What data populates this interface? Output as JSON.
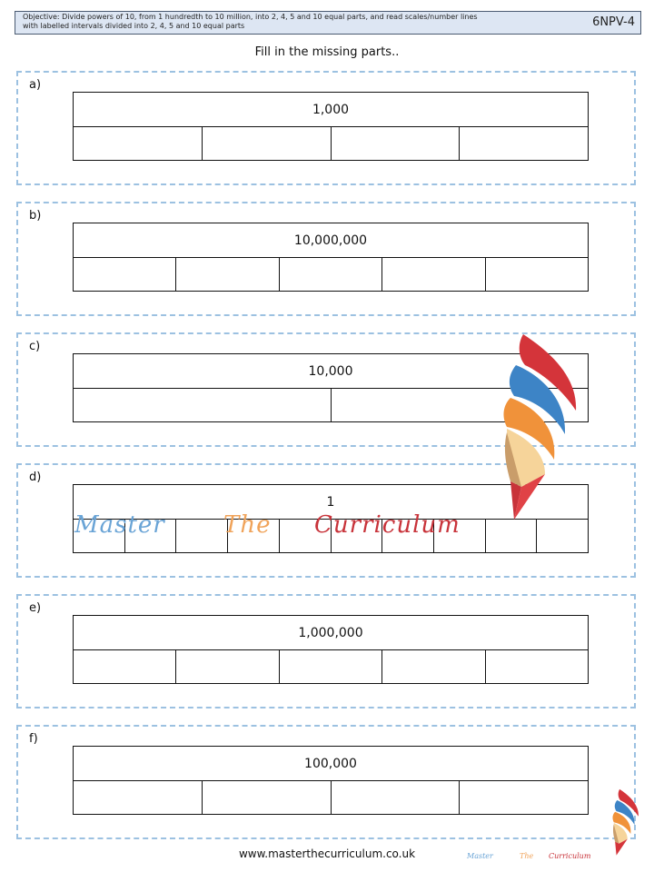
{
  "header": {
    "objective_line1": "Objective:  Divide powers of 10, from 1 hundredth to 10 million, into 2, 4, 5 and 10 equal parts, and read scales/number lines",
    "objective_line2": "with labelled intervals divided into 2, 4, 5 and 10 equal parts",
    "code": "6NPV-4"
  },
  "instructions": "Fill in the missing parts..",
  "sections": [
    {
      "label": "a)",
      "whole": "1,000",
      "parts": 4
    },
    {
      "label": "b)",
      "whole": "10,000,000",
      "parts": 5
    },
    {
      "label": "c)",
      "whole": "10,000",
      "parts": 2
    },
    {
      "label": "d)",
      "whole": "1",
      "parts": 10
    },
    {
      "label": "e)",
      "whole": "1,000,000",
      "parts": 5
    },
    {
      "label": "f)",
      "whole": "100,000",
      "parts": 4
    }
  ],
  "watermark": {
    "word1": "Master",
    "word2": "The",
    "word3": "Curriculum"
  },
  "footer": {
    "url": "www.masterthecurriculum.co.uk"
  },
  "colors": {
    "dash_border": "#9cc1e1",
    "header_bg": "#dde6f3",
    "wm_blue": "#6aa4d6",
    "wm_orange": "#f0a35a",
    "wm_red": "#c8333a"
  }
}
